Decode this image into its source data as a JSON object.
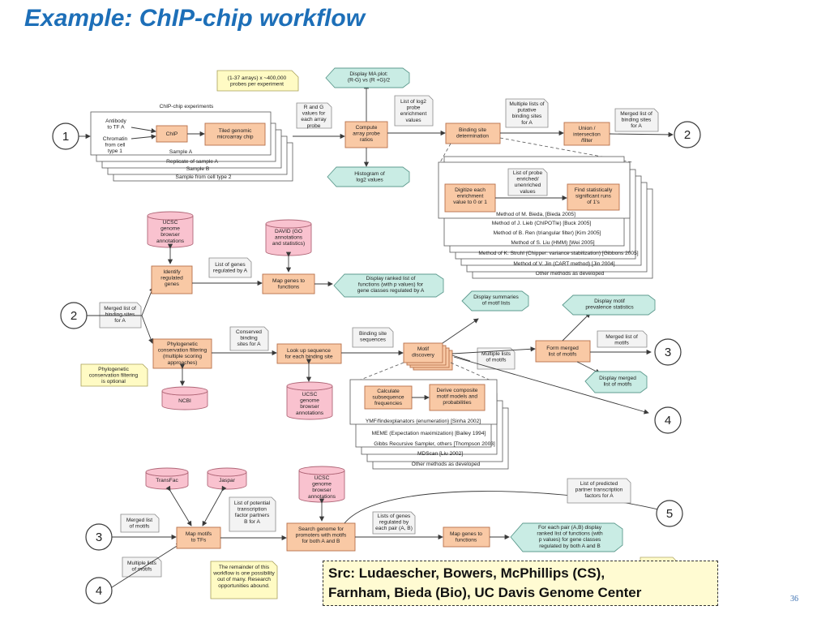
{
  "slide": {
    "title": "Example: ChIP-chip workflow",
    "source": "Src: Ludaescher, Bowers, McPhillips (CS), Farnham, Bieda (Bio), UC Davis Genome Center",
    "source_lines": [
      "Src: Ludaescher, Bowers, McPhillips (CS),",
      "Farnham, Bieda (Bio), UC Davis Genome Center"
    ],
    "page_number": "36"
  },
  "diagram": {
    "nodes": [
      {
        "id": "circle-1",
        "kind": "circle",
        "lines": [
          "1"
        ]
      },
      {
        "id": "circle-2-top",
        "kind": "circle",
        "lines": [
          "2"
        ]
      },
      {
        "id": "circle-2-mid",
        "kind": "circle",
        "lines": [
          "2"
        ]
      },
      {
        "id": "circle-3-right",
        "kind": "circle",
        "lines": [
          "3"
        ]
      },
      {
        "id": "circle-4-right",
        "kind": "circle",
        "lines": [
          "4"
        ]
      },
      {
        "id": "circle-3-bottom",
        "kind": "circle",
        "lines": [
          "3"
        ]
      },
      {
        "id": "circle-4-bottom",
        "kind": "circle",
        "lines": [
          "4"
        ]
      },
      {
        "id": "circle-5",
        "kind": "circle",
        "lines": [
          "5"
        ]
      },
      {
        "id": "chip-experiments-title",
        "kind": "label",
        "lines": [
          "ChIP-chip experiments"
        ]
      },
      {
        "id": "stack-layer-1",
        "kind": "label",
        "lines": [
          "Sample from cell type 2"
        ]
      },
      {
        "id": "stack-layer-2",
        "kind": "label",
        "lines": [
          "Sample B"
        ]
      },
      {
        "id": "stack-layer-3",
        "kind": "label",
        "lines": [
          "Replicate of sample A"
        ]
      },
      {
        "id": "stack-layer-4",
        "kind": "label",
        "lines": [
          "Sample A"
        ]
      },
      {
        "id": "antibody-label",
        "kind": "label",
        "lines": [
          "Antibody",
          "to TF A"
        ]
      },
      {
        "id": "chromatin-label",
        "kind": "label",
        "lines": [
          "Chromatin",
          "from cell",
          "type 1"
        ]
      },
      {
        "id": "chip",
        "kind": "proc",
        "lines": [
          "ChIP"
        ]
      },
      {
        "id": "tiled-chip",
        "kind": "proc",
        "lines": [
          "Tiled genomic",
          "microarray chip"
        ]
      },
      {
        "id": "arrays-note",
        "kind": "yellow",
        "lines": [
          "(1-37 arrays) x ~400,000",
          "probes per experiment"
        ]
      },
      {
        "id": "rg-values",
        "kind": "note",
        "lines": [
          "R and G",
          "values for",
          "each array",
          "probe"
        ]
      },
      {
        "id": "display-ma",
        "kind": "display",
        "lines": [
          "Display MA plot:",
          "(R-G) vs (R +G)/2"
        ]
      },
      {
        "id": "compute-ratios",
        "kind": "proc",
        "lines": [
          "Compute",
          "array probe",
          "ratios"
        ]
      },
      {
        "id": "histogram",
        "kind": "display",
        "lines": [
          "Histogram of",
          "log2 values"
        ]
      },
      {
        "id": "log2-list",
        "kind": "note",
        "lines": [
          "List of log2",
          "probe",
          "enrichment",
          "values"
        ]
      },
      {
        "id": "binding-site-det",
        "kind": "proc",
        "lines": [
          "Binding site",
          "determination"
        ]
      },
      {
        "id": "putative-lists",
        "kind": "note",
        "lines": [
          "Multiple lists of",
          "putative",
          "binding sites",
          "for A"
        ]
      },
      {
        "id": "union-filter",
        "kind": "proc",
        "lines": [
          "Union /",
          "intersection",
          "/filter"
        ]
      },
      {
        "id": "merged-list-top",
        "kind": "note",
        "lines": [
          "Merged list of",
          "binding sites",
          "for A"
        ]
      },
      {
        "id": "digitize",
        "kind": "proc",
        "lines": [
          "Digitize each",
          "enrichment",
          "value to 0 or 1"
        ]
      },
      {
        "id": "probe-list",
        "kind": "note",
        "lines": [
          "List of probe",
          "enriched/",
          "unenriched",
          "values"
        ]
      },
      {
        "id": "find-runs",
        "kind": "proc",
        "lines": [
          "Find statistically",
          "significant runs",
          "of 1's"
        ]
      },
      {
        "id": "method-1",
        "kind": "label",
        "lines": [
          "Method of M. Bieda, [Bieda  2005]"
        ]
      },
      {
        "id": "method-2",
        "kind": "label",
        "lines": [
          "Method of J. Lieb (ChIPOTle) [Buck 2005]"
        ]
      },
      {
        "id": "method-3",
        "kind": "label",
        "lines": [
          "Method of B. Ren (triangular filter) [Kim 2005]"
        ]
      },
      {
        "id": "method-4",
        "kind": "label",
        "lines": [
          "Method of S. Liu (HMM) [Wei 2005]"
        ]
      },
      {
        "id": "method-5",
        "kind": "label",
        "lines": [
          "Method of K. Struhl (Chipper: variance stabilization) [Gibbons 2005]"
        ]
      },
      {
        "id": "method-6",
        "kind": "label",
        "lines": [
          "Method of V. Jin (CART method) [Jin 2004]"
        ]
      },
      {
        "id": "method-7",
        "kind": "label",
        "lines": [
          "Other methods as developed"
        ]
      },
      {
        "id": "ucsc-db-1",
        "kind": "db",
        "lines": [
          "UCSC",
          "genome",
          "browser",
          "annotations"
        ]
      },
      {
        "id": "david-db",
        "kind": "db",
        "lines": [
          "DAVID (GO",
          "annotations",
          "and statistics)"
        ]
      },
      {
        "id": "identify-genes",
        "kind": "proc",
        "lines": [
          "Identify",
          "regulated",
          "genes"
        ]
      },
      {
        "id": "genes-regulated-note",
        "kind": "note",
        "lines": [
          "List of genes",
          "regulated by A"
        ]
      },
      {
        "id": "map-genes-fn",
        "kind": "proc",
        "lines": [
          "Map genes to",
          "functions"
        ]
      },
      {
        "id": "display-ranked-a",
        "kind": "display",
        "lines": [
          "Display ranked list of",
          "functions (with p values) for",
          "gene classes regulated by A"
        ]
      },
      {
        "id": "merged-list-mid",
        "kind": "note",
        "lines": [
          "Merged list of",
          "binding sites",
          "for A"
        ]
      },
      {
        "id": "phylo-filter",
        "kind": "proc",
        "lines": [
          "Phylogenetic",
          "conservation filtering",
          "(multiple scoring",
          "approaches)"
        ]
      },
      {
        "id": "phylo-optional",
        "kind": "yellow",
        "lines": [
          "Phylogenetic",
          "conservation filtering",
          "is optional"
        ]
      },
      {
        "id": "ncbi-db",
        "kind": "db",
        "lines": [
          "NCBI"
        ]
      },
      {
        "id": "conserved-sites",
        "kind": "note",
        "lines": [
          "Conserved",
          "binding",
          "sites for A"
        ]
      },
      {
        "id": "lookup-seq",
        "kind": "proc",
        "lines": [
          "Look up sequence",
          "for each binding site"
        ]
      },
      {
        "id": "ucsc-db-2",
        "kind": "db",
        "lines": [
          "UCSC",
          "genome",
          "browser",
          "annotations"
        ]
      },
      {
        "id": "binding-seqs",
        "kind": "note",
        "lines": [
          "Binding site",
          "sequences"
        ]
      },
      {
        "id": "motif-discovery",
        "kind": "proc",
        "lines": [
          "Motif",
          "discovery"
        ]
      },
      {
        "id": "display-motif-summaries",
        "kind": "display",
        "lines": [
          "Display summaries",
          "of motif lists"
        ]
      },
      {
        "id": "multiple-motif-lists",
        "kind": "note",
        "lines": [
          "Multiple lists",
          "of motifs"
        ]
      },
      {
        "id": "form-merged-motifs",
        "kind": "proc",
        "lines": [
          "Form merged",
          "list of motifs"
        ]
      },
      {
        "id": "display-prevalence",
        "kind": "display",
        "lines": [
          "Display motif",
          "prevalence statistics"
        ]
      },
      {
        "id": "merged-motifs-note",
        "kind": "note",
        "lines": [
          "Merged list of",
          "motifs"
        ]
      },
      {
        "id": "display-merged-motifs",
        "kind": "display",
        "lines": [
          "Display merged",
          "list of motifs"
        ]
      },
      {
        "id": "calc-subseq",
        "kind": "proc",
        "lines": [
          "Calculate",
          "subsequence",
          "frequencies"
        ]
      },
      {
        "id": "derive-models",
        "kind": "proc",
        "lines": [
          "Derive composite",
          "motif models and",
          "probabilities"
        ]
      },
      {
        "id": "motif-method-1",
        "kind": "label",
        "lines": [
          "YMF/findexplanators (enumeration) [Sinha 2002]"
        ]
      },
      {
        "id": "motif-method-2",
        "kind": "label",
        "lines": [
          "MEME (Expectation maximization) [Bailey 1994]"
        ]
      },
      {
        "id": "motif-method-3",
        "kind": "label",
        "lines": [
          "Gibbs Recursive Sampler, others [Thompson 2003]"
        ]
      },
      {
        "id": "motif-method-4",
        "kind": "label",
        "lines": [
          "MDScan [Liu 2002]"
        ]
      },
      {
        "id": "motif-method-5",
        "kind": "label",
        "lines": [
          "Other methods as developed"
        ]
      },
      {
        "id": "transfac-db",
        "kind": "db",
        "lines": [
          "TransFac"
        ]
      },
      {
        "id": "jaspar-db",
        "kind": "db",
        "lines": [
          "Jaspar"
        ]
      },
      {
        "id": "ucsc-db-3",
        "kind": "db",
        "lines": [
          "UCSC",
          "genome",
          "browser",
          "annotations"
        ]
      },
      {
        "id": "merged-motifs-in",
        "kind": "note",
        "lines": [
          "Merged list",
          "of motifs"
        ]
      },
      {
        "id": "multiple-motifs-in",
        "kind": "note",
        "lines": [
          "Multiple lists",
          "of motifs"
        ]
      },
      {
        "id": "map-motifs-tfs",
        "kind": "proc",
        "lines": [
          "Map motifs",
          "to TFs"
        ]
      },
      {
        "id": "partners-note",
        "kind": "note",
        "lines": [
          "List of potential",
          "transcription",
          "factor partners",
          "B for A"
        ]
      },
      {
        "id": "search-genome",
        "kind": "proc",
        "lines": [
          "Search genome for",
          "promoters with motifs",
          "for both A and B"
        ]
      },
      {
        "id": "genes-pair-note",
        "kind": "note",
        "lines": [
          "Lists of genes",
          "regulated  by",
          "each pair (A, B)"
        ]
      },
      {
        "id": "map-genes-fn-2",
        "kind": "proc",
        "lines": [
          "Map genes to",
          "functions"
        ]
      },
      {
        "id": "display-pairs",
        "kind": "display",
        "lines": [
          "For each pair (A,B) display",
          "ranked list of  functions (with",
          "p values) for gene classes",
          "regulated by both A and B"
        ]
      },
      {
        "id": "predicted-partners",
        "kind": "note",
        "lines": [
          "List of predicted",
          "partner transcription",
          "factors for A"
        ]
      },
      {
        "id": "remainder-note",
        "kind": "yellow",
        "lines": [
          "The remainder of this",
          "workflow is one possibility",
          "out of many.  Research",
          "opportunities abound."
        ]
      }
    ]
  }
}
